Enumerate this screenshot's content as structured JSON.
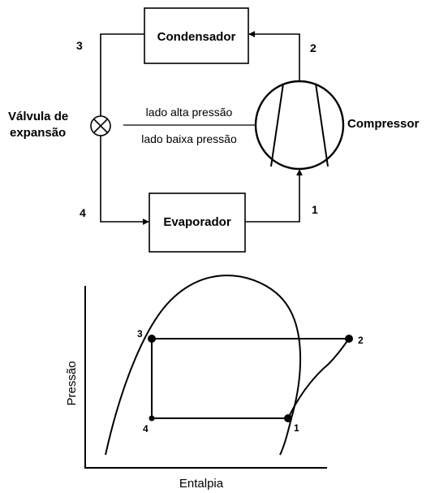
{
  "cycle": {
    "condensador": "Condensador",
    "evaporador": "Evaporador",
    "compressor": "Compressor",
    "valvula_line1": "Válvula de",
    "valvula_line2": "expansão",
    "lado_alta": "lado alta pressão",
    "lado_baixa": "lado baixa pressão",
    "point_labels": {
      "p1": "1",
      "p2": "2",
      "p3": "3",
      "p4": "4"
    }
  },
  "ph_diagram": {
    "xlabel": "Entalpia",
    "ylabel": "Pressão",
    "point_labels": {
      "p1": "1",
      "p2": "2",
      "p3": "3",
      "p4": "4"
    }
  }
}
